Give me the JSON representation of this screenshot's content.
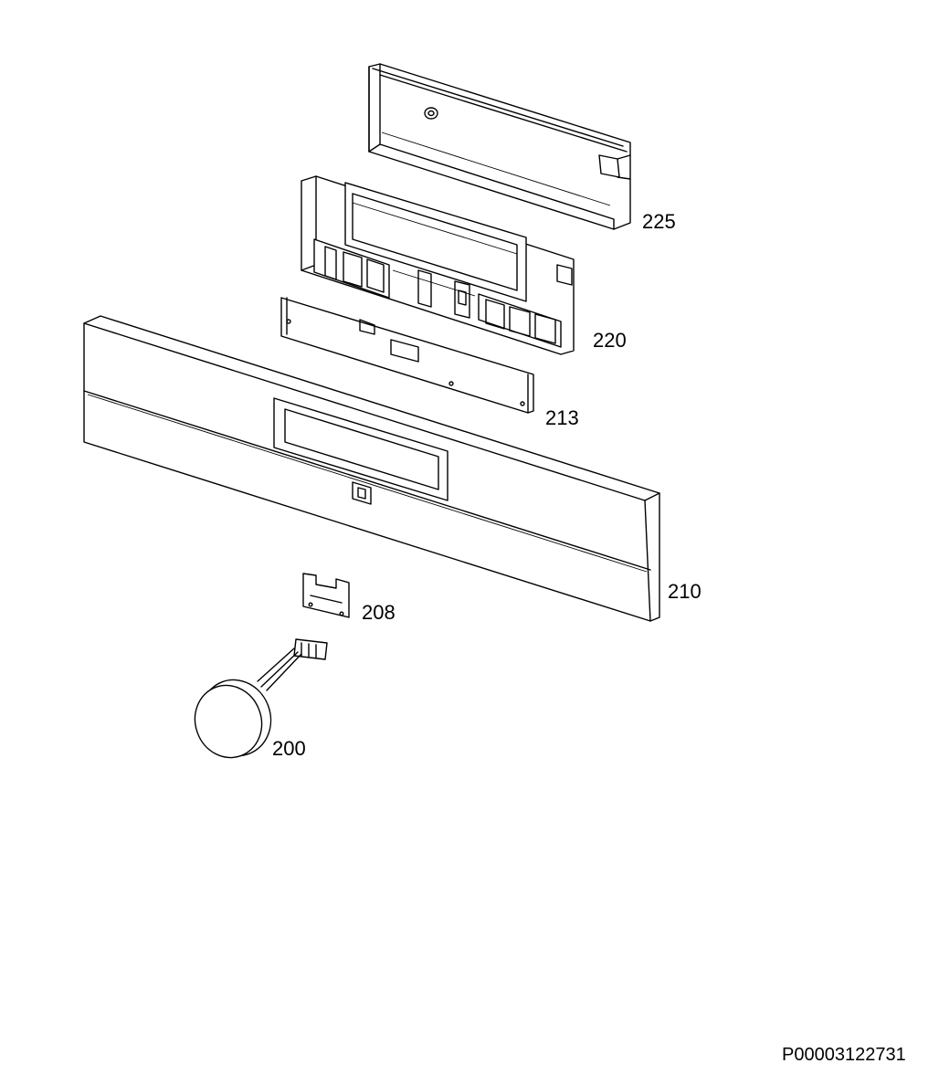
{
  "diagram": {
    "parts": [
      {
        "number": "225",
        "icon": "rear-cover-icon"
      },
      {
        "number": "220",
        "icon": "button-frame-icon"
      },
      {
        "number": "213",
        "icon": "circuit-board-icon"
      },
      {
        "number": "210",
        "icon": "control-panel-icon"
      },
      {
        "number": "208",
        "icon": "bracket-icon"
      },
      {
        "number": "200",
        "icon": "knob-icon"
      }
    ],
    "document_code": "P00003122731",
    "line_color": "#000000",
    "background_color": "#ffffff"
  }
}
